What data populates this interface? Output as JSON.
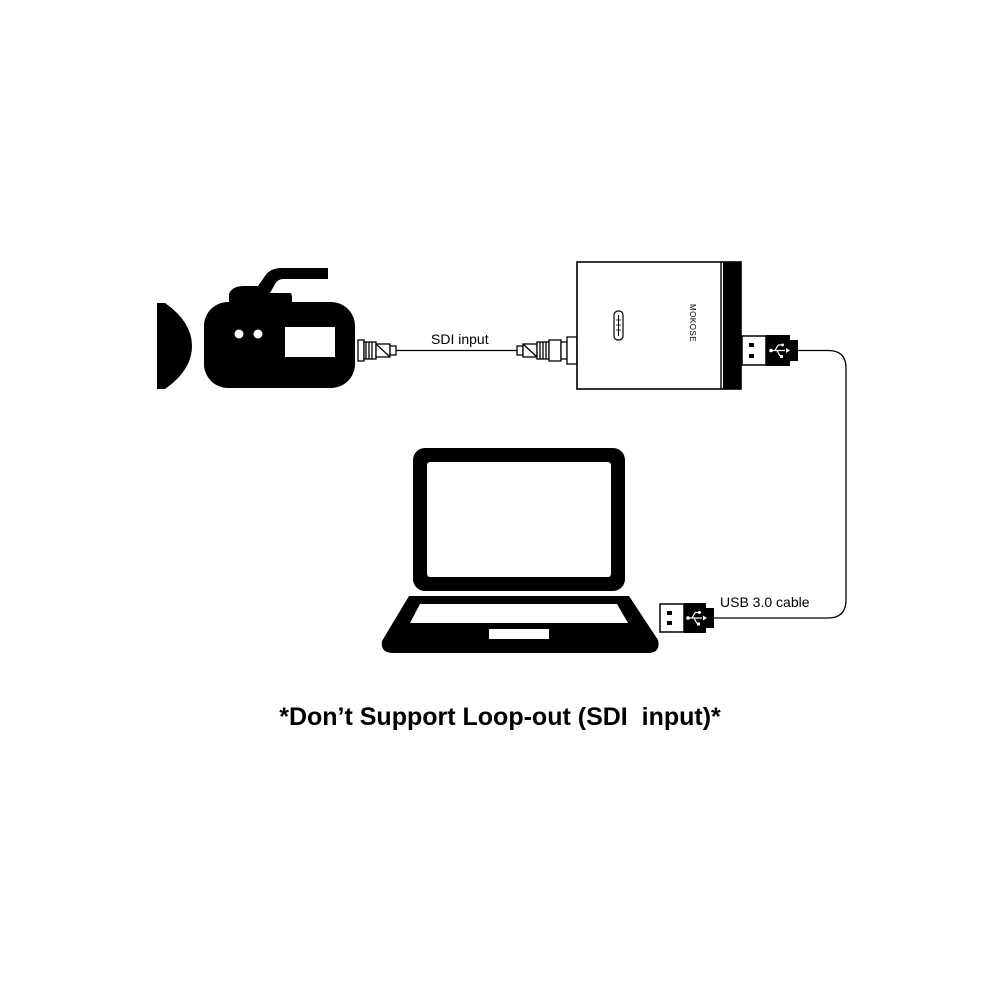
{
  "labels": {
    "sdi_input": "SDI input",
    "usb_cable": "USB 3.0 cable",
    "device_brand": "MOKOSE",
    "footnote": "*Don’t Support Loop-out (SDI  input)*"
  },
  "icons": {
    "camera": "video-camera-icon",
    "capture_device": "capture-card-icon",
    "laptop": "laptop-icon",
    "usb_plug": "usb-plug-icon",
    "bnc_connector": "bnc-connector-icon"
  },
  "colors": {
    "ink": "#000000",
    "background": "#ffffff"
  }
}
